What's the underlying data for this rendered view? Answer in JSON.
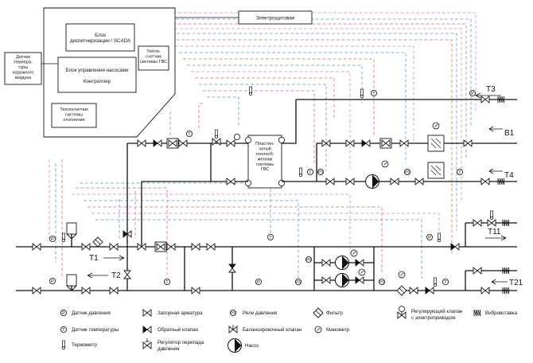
{
  "blocks": {
    "electric_panel": "Электрощитовая",
    "scada": "Блок\nдиспетчеризации / SCADA",
    "pump_control": "Блок управления насосами",
    "controller": "Контроллер",
    "heat_meter_gvs": "Тепло-\nсчетчик\nсистемы ГВС",
    "outdoor_sensor": "Датчик\nтемпера-\nтуры\nнаружного\nвоздуха",
    "heat_meter_heating": "Теплосчетчик\nсистемы\nотопления",
    "heat_exchanger": "Пластин-\nчатый\nтеплооб-\nменник\nсистемы\nГВС"
  },
  "lines": {
    "t3": "Т3",
    "b1": "В1",
    "t4": "Т4",
    "t11": "Т11",
    "t1": "Т1",
    "t2": "Т2",
    "t21": "Т21"
  },
  "legend": [
    {
      "icon": "pressure-sensor-icon",
      "label": "Датчик давления"
    },
    {
      "icon": "temperature-sensor-icon",
      "label": "Датчик температуры"
    },
    {
      "icon": "thermometer-icon",
      "label": "Термометр"
    },
    {
      "icon": "shutoff-valve-icon",
      "label": "Запорная арматура"
    },
    {
      "icon": "check-valve-icon",
      "label": "Обратный клапан"
    },
    {
      "icon": "pressure-regulator-icon",
      "label": "Регулятор перепада\nдавления"
    },
    {
      "icon": "pressure-relay-icon",
      "label": "Реле давления"
    },
    {
      "icon": "balancing-valve-icon",
      "label": "Балансировочный клапан"
    },
    {
      "icon": "pump-icon",
      "label": "Насос"
    },
    {
      "icon": "filter-icon",
      "label": "Фильтр"
    },
    {
      "icon": "manometer-icon",
      "label": "Манометр"
    },
    {
      "icon": "motorized-valve-icon",
      "label": "Регулирующий клапан\nс электроприводом"
    },
    {
      "icon": "vibration-insert-icon",
      "label": "Вибровставка"
    }
  ],
  "symbols": {
    "pressure_sensor": "P",
    "temperature_sensor": "T",
    "pressure_relay": "PS"
  },
  "colors": {
    "signal_red": "#e8888e",
    "signal_blue": "#7fb2dd",
    "signal_pink": "#d7a3d8",
    "pipe": "#111111"
  }
}
